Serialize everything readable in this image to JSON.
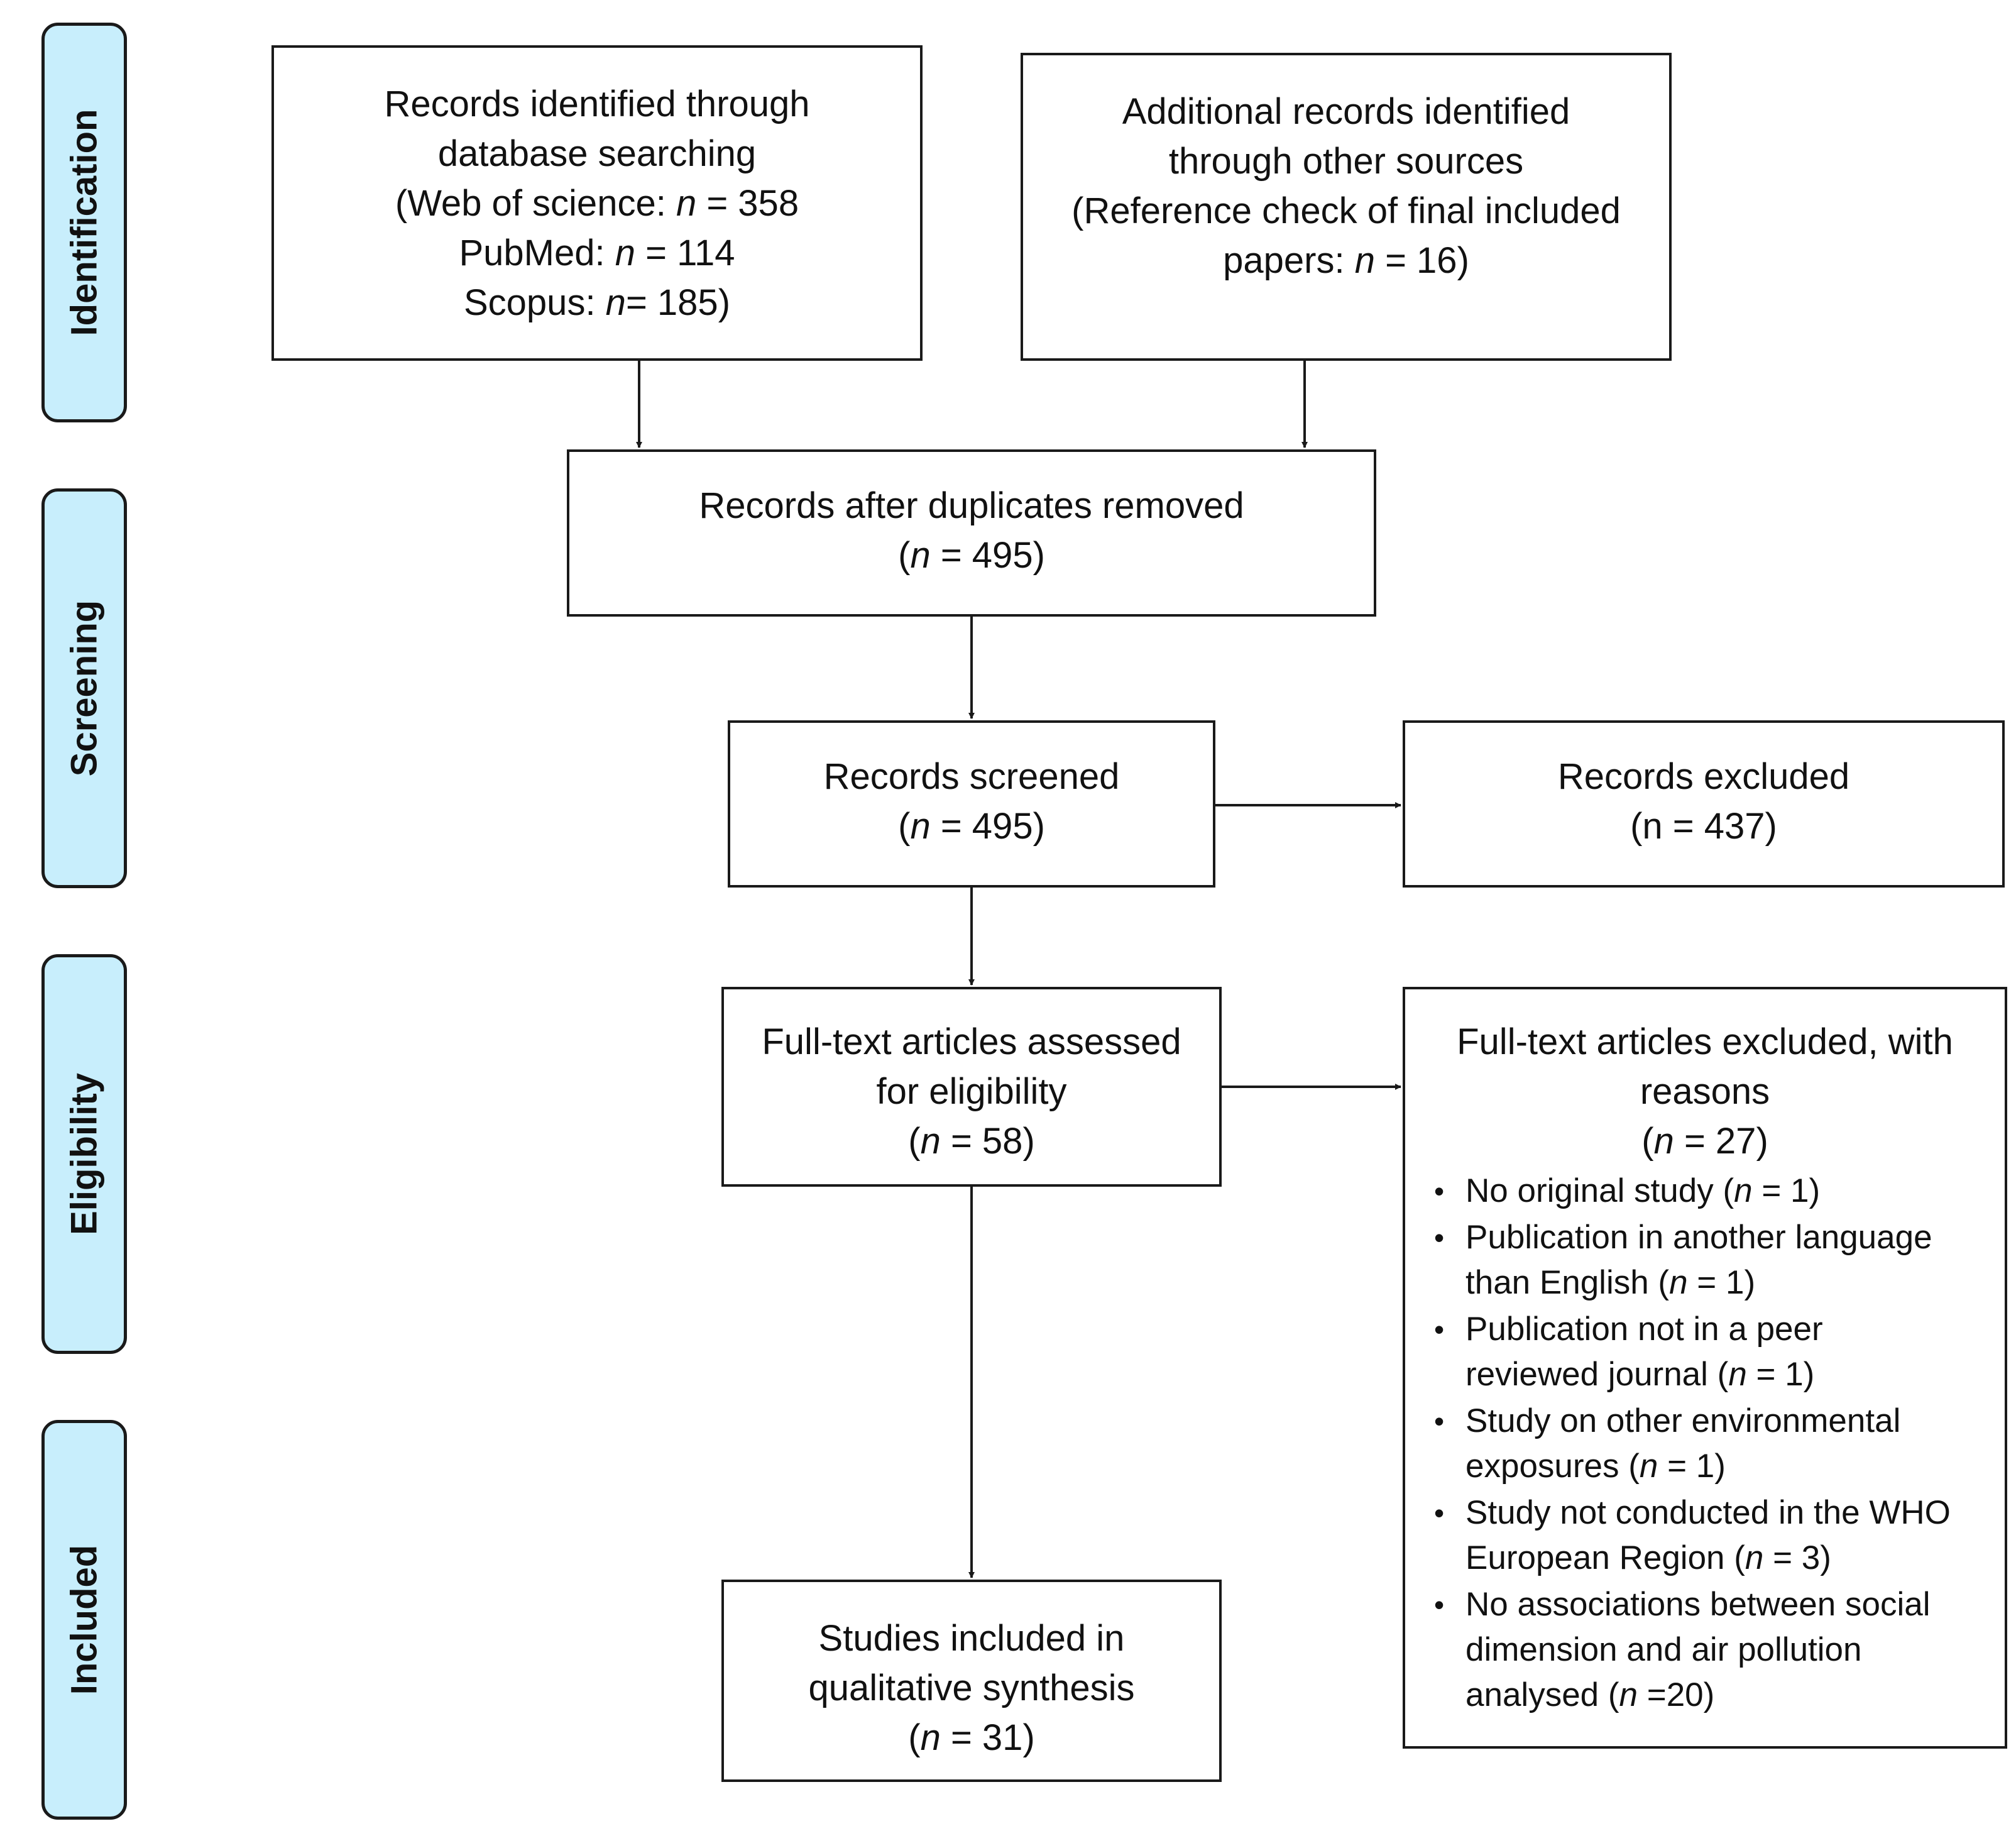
{
  "stages": [
    "Identification",
    "Screening",
    "Eligibility",
    "Included"
  ],
  "boxes": {
    "db_search": {
      "lines": [
        {
          "text": "Records identified through"
        },
        {
          "text": "database searching"
        },
        {
          "pre": "(Web of science: ",
          "n": "n",
          "post": " = 358"
        },
        {
          "pre": "PubMed: ",
          "n": "n",
          "post": " = 114"
        },
        {
          "pre": "Scopus: ",
          "n": "n",
          "post": "= 185)"
        }
      ]
    },
    "other_sources": {
      "lines": [
        {
          "text": "Additional records identified"
        },
        {
          "text": "through other sources"
        },
        {
          "text": "(Reference check of final included"
        },
        {
          "pre": "papers: ",
          "n": "n",
          "post": " = 16)"
        }
      ]
    },
    "dedup": {
      "title": "Records after duplicates removed",
      "count": {
        "pre": "(",
        "n": "n",
        "post": " = 495)"
      }
    },
    "screened": {
      "title": "Records screened",
      "count": {
        "pre": "(",
        "n": "n",
        "post": " = 495)"
      }
    },
    "excluded": {
      "title": "Records excluded",
      "count": "(n = 437)"
    },
    "fulltext": {
      "line1": "Full-text articles assessed",
      "line2": "for eligibility",
      "count": {
        "pre": "(",
        "n": "n",
        "post": " = 58)"
      }
    },
    "fulltext_excluded": {
      "line1": "Full-text articles excluded, with",
      "line2": "reasons",
      "count": {
        "pre": "(",
        "n": "n",
        "post": " = 27)"
      },
      "bullet": "•",
      "reasons": [
        {
          "lines": [
            {
              "pre": "No original study (",
              "n": "n",
              "post": " = 1)"
            }
          ]
        },
        {
          "lines": [
            {
              "text": "Publication in another language"
            },
            {
              "pre": "than English (",
              "n": "n",
              "post": " = 1)"
            }
          ]
        },
        {
          "lines": [
            {
              "text": "Publication not in a peer"
            },
            {
              "pre": "reviewed journal (",
              "n": "n",
              "post": " = 1)"
            }
          ]
        },
        {
          "lines": [
            {
              "text": "Study on other environmental"
            },
            {
              "pre": "exposures (",
              "n": "n",
              "post": " = 1)"
            }
          ]
        },
        {
          "lines": [
            {
              "text": "Study not conducted in the WHO"
            },
            {
              "pre": "European Region (",
              "n": "n",
              "post": " = 3)"
            }
          ]
        },
        {
          "lines": [
            {
              "text": "No associations between social"
            },
            {
              "text": "dimension and air pollution"
            },
            {
              "pre": "analysed (",
              "n": "n",
              "post": " =20)"
            }
          ]
        }
      ]
    },
    "included": {
      "line1": "Studies included in",
      "line2": "qualitative synthesis",
      "count": {
        "pre": "(",
        "n": "n",
        "post": " = 31)"
      }
    }
  },
  "colors": {
    "stage_fill": "#c8eefc",
    "stroke": "#1a1a1a"
  }
}
